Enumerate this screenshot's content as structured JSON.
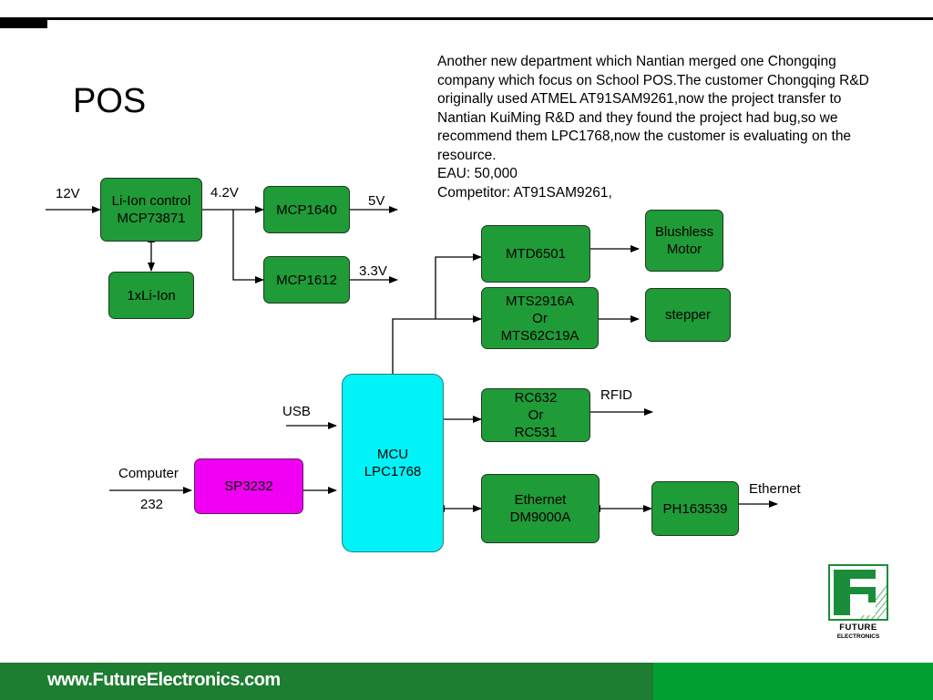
{
  "slide": {
    "title": "POS",
    "description": [
      "Another new department which Nantian merged one Chongqing company which focus on School POS.The customer Chongqing R&D originally used ATMEL AT91SAM9261,now the project transfer to Nantian KuiMing R&D and they found the project had bug,so we recommend them LPC1768,now the customer is evaluating on the resource.",
      "EAU: 50,000",
      "Competitor: AT91SAM9261,"
    ]
  },
  "diagram": {
    "blocks": {
      "liion_control": "Li-Ion control\nMCP73871",
      "liion": "1xLi-Ion",
      "mcp1640": "MCP1640",
      "mcp1612": "MCP1612",
      "mtd6501": "MTD6501",
      "blushless_motor": "Blushless\nMotor",
      "mts2916": "MTS2916A\nOr\nMTS62C19A",
      "stepper": "stepper",
      "mcu": "MCU\nLPC1768",
      "rc632": "RC632\nOr\nRC531",
      "sp3232": "SP3232",
      "ethernet_dm": "Ethernet\nDM9000A",
      "ph163539": "PH163539"
    },
    "labels": {
      "v12": "12V",
      "v42": "4.2V",
      "v5": "5V",
      "v33": "3.3V",
      "usb": "USB",
      "rfid": "RFID",
      "computer": "Computer",
      "port232": "232",
      "ethernet": "Ethernet"
    },
    "colors": {
      "block_green": "#1f9b38",
      "mcu_cyan": "#00f3f7",
      "sp3232_magenta": "#f000f2"
    }
  },
  "footer": {
    "url": "www.FutureElectronics.com"
  },
  "logo": {
    "line1": "FUTURE",
    "line2": "ELECTRONICS"
  }
}
